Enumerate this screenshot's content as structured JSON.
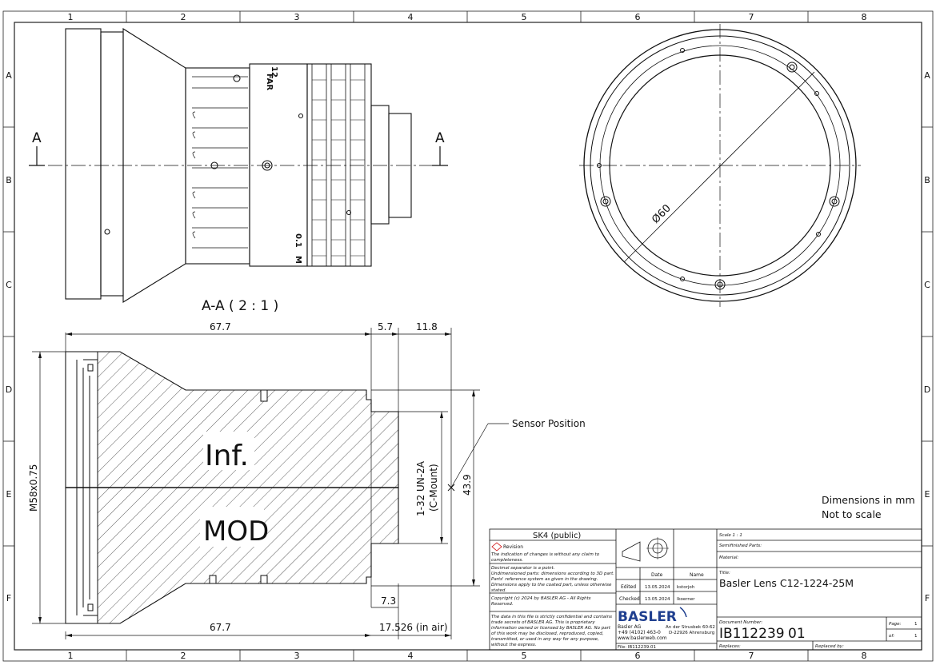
{
  "frame": {
    "columns": [
      "1",
      "2",
      "3",
      "4",
      "5",
      "6",
      "7",
      "8"
    ],
    "rows": [
      "A",
      "B",
      "C",
      "D",
      "E",
      "F"
    ]
  },
  "views": {
    "section_mark": "A",
    "section_title": "A-A ( 2 : 1 )",
    "barrel_marks": {
      "far": "FAR",
      "inf": "12",
      "near": "0.1",
      "marker": "M"
    }
  },
  "front_view": {
    "diameter_label": "Ø60"
  },
  "dimensions": {
    "top_length": "67.7",
    "flange_step": "5.7",
    "mount_length": "11.8",
    "bottom_length": "67.7",
    "sensor_offset": "7.3",
    "back_focus": "17.526 (in air)",
    "thread_front": "M58x0.75",
    "thread_mount_1": "1-32 UN-2A",
    "thread_mount_2": "(C-Mount)",
    "mount_diameter": "43.9"
  },
  "annotations": {
    "sensor_position": "Sensor Position",
    "inf": "Inf.",
    "mod": "MOD",
    "units_1": "Dimensions in mm",
    "units_2": "Not to scale"
  },
  "title_block": {
    "classification": "SK4 (public)",
    "revision_label": "Revision",
    "revision_note": [
      "The indication of changes is without any claim to",
      "completeness."
    ],
    "general_notes": [
      "Decimal separator is a point.",
      "Undimensioned parts: dimensions according to 3D part.",
      "Parts' reference system as given in the drawing.",
      "Dimensions apply to the coated part, unless otherwise",
      "stated."
    ],
    "copyright": [
      "Copyright (c) 2024 by BASLER AG - All Rights",
      "Reserved."
    ],
    "confidential": [
      "The data in this file is strictly confidential and contains",
      "trade secrets of BASLER AG. This is proprietary",
      "information owned or licensed by BASLER AG. No part",
      "of this work may be disclosed, reproduced, copied,",
      "transmitted, or used in any way for any purpose,",
      "without the express."
    ],
    "col_date": "Date",
    "col_name": "Name",
    "edited_label": "Edited",
    "edited_date": "13.05.2024",
    "edited_name": "kstorjoh",
    "checked_label": "Checked",
    "checked_date": "13.05.2024",
    "checked_name": "lkoerner",
    "company_logo": "BASLER",
    "company": "Basler AG",
    "phone": "+49 (4102) 463-0",
    "web": "www.baslerweb.com",
    "street": "An der Strusbek 60-62",
    "city": "D-22926 Ahrensburg",
    "file_label": "File: IB112239.01",
    "scale_label": "Scale 1 : 1",
    "semifinished_label": "Semifinished Parts:",
    "material_label": "Material:",
    "title_label": "Title:",
    "title": "Basler Lens C12-1224-25M",
    "docnum_label": "Document Number:",
    "docnum": "IB112239",
    "revision": "01",
    "page_label": "Page:",
    "page": "1",
    "of_label": "of:",
    "of": "1",
    "replaces_label": "Replaces:",
    "replaced_label": "Replaced by:"
  }
}
